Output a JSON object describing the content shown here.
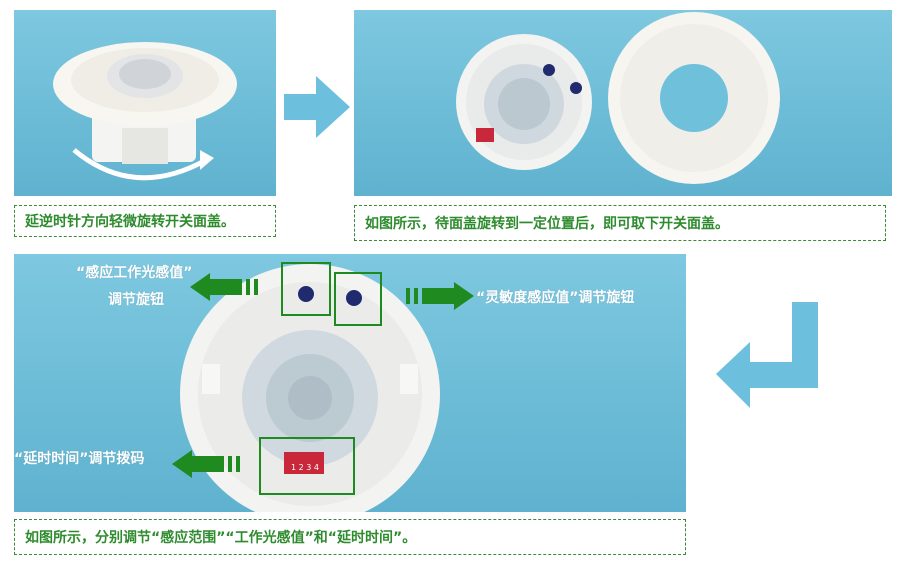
{
  "captions": {
    "step1": "延逆时针方向轻微旋转开关面盖。",
    "step2": "如图所示，待面盖旋转到一定位置后，即可取下开关面盖。",
    "step3": "如图所示，分别调节“感应范围”“工作光感值”和“延时时间”。"
  },
  "labels": {
    "light_line1": "“感应工作光感值”",
    "light_line2": "调节旋钮",
    "sensitivity": "“灵敏度感应值”调节旋钮",
    "delay": "“延时时间”调节拨码"
  },
  "dip_numbers": "1 2 3 4",
  "colors": {
    "caption_green": "#2e8b2e",
    "arrow_blue": "#6cc0dd",
    "arrow_green": "#1f8a1f",
    "photo_bg": "#6bbbd6"
  }
}
